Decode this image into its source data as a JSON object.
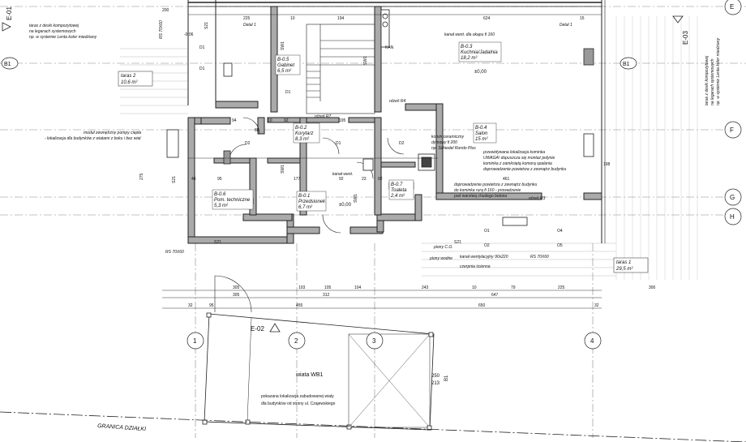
{
  "rooms": [
    {
      "id": "B-0.5",
      "name": "Gabinet",
      "area": "6,5 m²"
    },
    {
      "id": "B-0.2",
      "name": "Korytarz",
      "area": "8,3 m²"
    },
    {
      "id": "B-0.1",
      "name": "Przedsionek",
      "area": "6,7 m²"
    },
    {
      "id": "B-0.6",
      "name": "Pom. techniczne",
      "area": "5,3 m²"
    },
    {
      "id": "B-0.7",
      "name": "Toaleta",
      "area": "2,4 m²"
    },
    {
      "id": "B-0.3",
      "name": "Kuchnia/Jadalnia",
      "area": "18,2 m²"
    },
    {
      "id": "B-0.4",
      "name": "Salon",
      "area": "15 m²"
    }
  ],
  "terraces": [
    {
      "name": "taras 2",
      "area": "10,6 m²"
    },
    {
      "name": "taras 1",
      "area": "29,5 m²"
    }
  ],
  "carport": {
    "name": "wiata WB1",
    "note_line1": "pokazana lokalizacja zabudowanej wiaty",
    "note_line2": "dla budynków od strony ul. Czajewskiego",
    "dims": "250",
    "dims2": "213",
    "tag": "B1"
  },
  "labels": {
    "terrace_note_l1": "taras z deski kompozytowej",
    "terrace_note_l2": "na legarach systemowych",
    "terrace_note_l3": "np. w systemie Lenta kolor miedziany",
    "heatpump_l1": "moduł zewnętrzny pompy ciepła",
    "heatpump_l2": "- lokalizacja dla budynków z wiatami z boku i bez wiat",
    "vent_pipe": "kanał went. dla okapu fi 160",
    "chimney_l1": "komin ceramiczny",
    "chimney_l2": "dymowy fi 200",
    "chimney_l3": "np. Schiedel Rondo Plus",
    "fireplace_l1": "przewidywana lokalizacja kominka",
    "fireplace_l2": "UWAGA! dopuszcza się montaż jedynie",
    "fireplace_l3": "kominka z zamkniętą komorą spalania",
    "fireplace_l4": "doprowadzenie powietrza z zewnątrz budynku",
    "air_l1": "doprowadzenie powietrza z zewnątrz budynku",
    "air_l2": "do kominka rurą fi 160 - prowadzenie",
    "air_l3": "pod warstwą chudego betonu",
    "vent_window": "kanał wentylacyjny 90x220",
    "drain": "czerpnia ścienna",
    "pion_co": "piony C.O.",
    "pion_wod": "piony wodne",
    "window_r7": "rdzeń R7",
    "window_r4": "rdzeń R4",
    "window_r3": "rdzeń R3",
    "kan_went": "kanał went.",
    "kan": "KAN",
    "rs1": "RS 70X60",
    "rs2": "RS 70X60",
    "rs3": "RS 70X60",
    "level0_a": "±0,00",
    "level0_b": "±0,00",
    "level_top": "-0,06",
    "boundary": "GRANICA DZIAŁKI",
    "detal1": "Detal 1",
    "detal2": "Detal 1",
    "right_vert_l1": "taras z deski kompozytowej",
    "right_vert_l2": "na legarach systemowych",
    "right_vert_l3": "np. w systemie Lenta kolor miedziany"
  },
  "sections": {
    "left": "E-01",
    "right": "E-03",
    "bottom": "E-02"
  },
  "axes_right": [
    "E",
    "F",
    "G",
    "H"
  ],
  "axes_left": [
    "B1"
  ],
  "axes_bottom": [
    "1",
    "2",
    "3",
    "4"
  ],
  "dims_top": [
    "200",
    "10",
    "194",
    "624",
    "225",
    "15"
  ],
  "dims_row1": [
    "305",
    "103",
    "105",
    "104",
    "243",
    "10",
    "79",
    "225",
    "300"
  ],
  "dims_row2": [
    "305",
    "312",
    "647"
  ],
  "dims_row3": [
    "32",
    "95",
    "455",
    "650",
    "32"
  ],
  "dims_interior": [
    "95",
    "94",
    "177",
    "10",
    "92",
    "80",
    "195",
    "46",
    "461",
    "198",
    "275",
    "92",
    "23",
    "92"
  ],
  "markers": [
    "S21",
    "S21",
    "S21",
    "S21",
    "SW1",
    "SW1",
    "SW1",
    "SW1",
    "D1",
    "D1",
    "D2",
    "D2",
    "O1",
    "O2",
    "O4",
    "O5",
    "D1",
    "D1"
  ]
}
